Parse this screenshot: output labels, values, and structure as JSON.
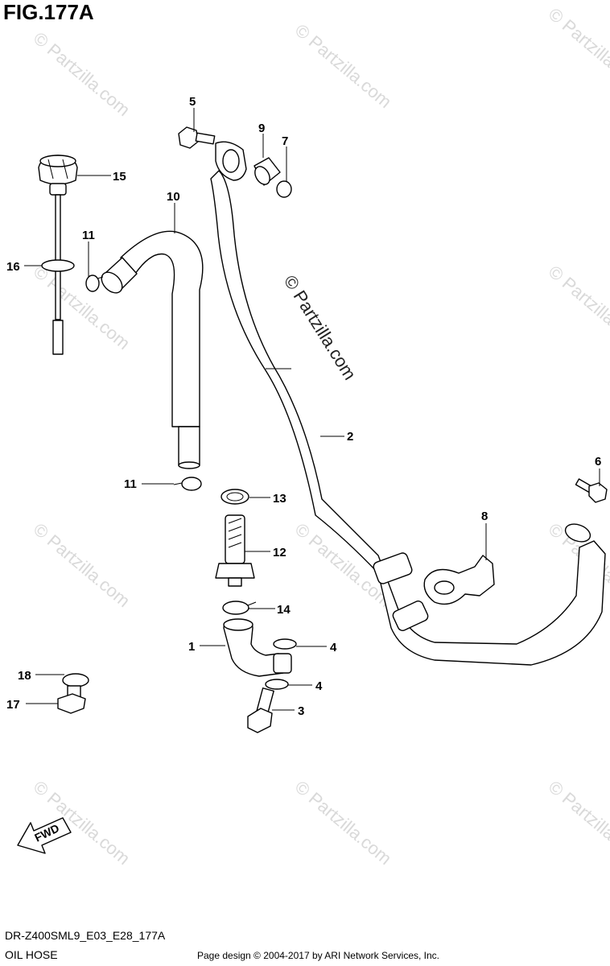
{
  "figure": {
    "title": "FIG.177A",
    "model_code": "DR-Z400SML9_E03_E28_177A",
    "section_name": "OIL HOSE",
    "copyright": "Page design © 2004-2017 by ARI Network Services, Inc."
  },
  "watermark": {
    "text": "© Partzilla.com",
    "center_text": "© Partzilla.com"
  },
  "fwd_label": "FWD",
  "callouts": {
    "c1": "1",
    "c2": "2",
    "c3": "3",
    "c4a": "4",
    "c4b": "4",
    "c5": "5",
    "c6": "6",
    "c7": "7",
    "c8": "8",
    "c9": "9",
    "c10": "10",
    "c11a": "11",
    "c11b": "11",
    "c12": "12",
    "c13": "13",
    "c14": "14",
    "c15": "15",
    "c16": "16",
    "c17": "17",
    "c18": "18"
  }
}
